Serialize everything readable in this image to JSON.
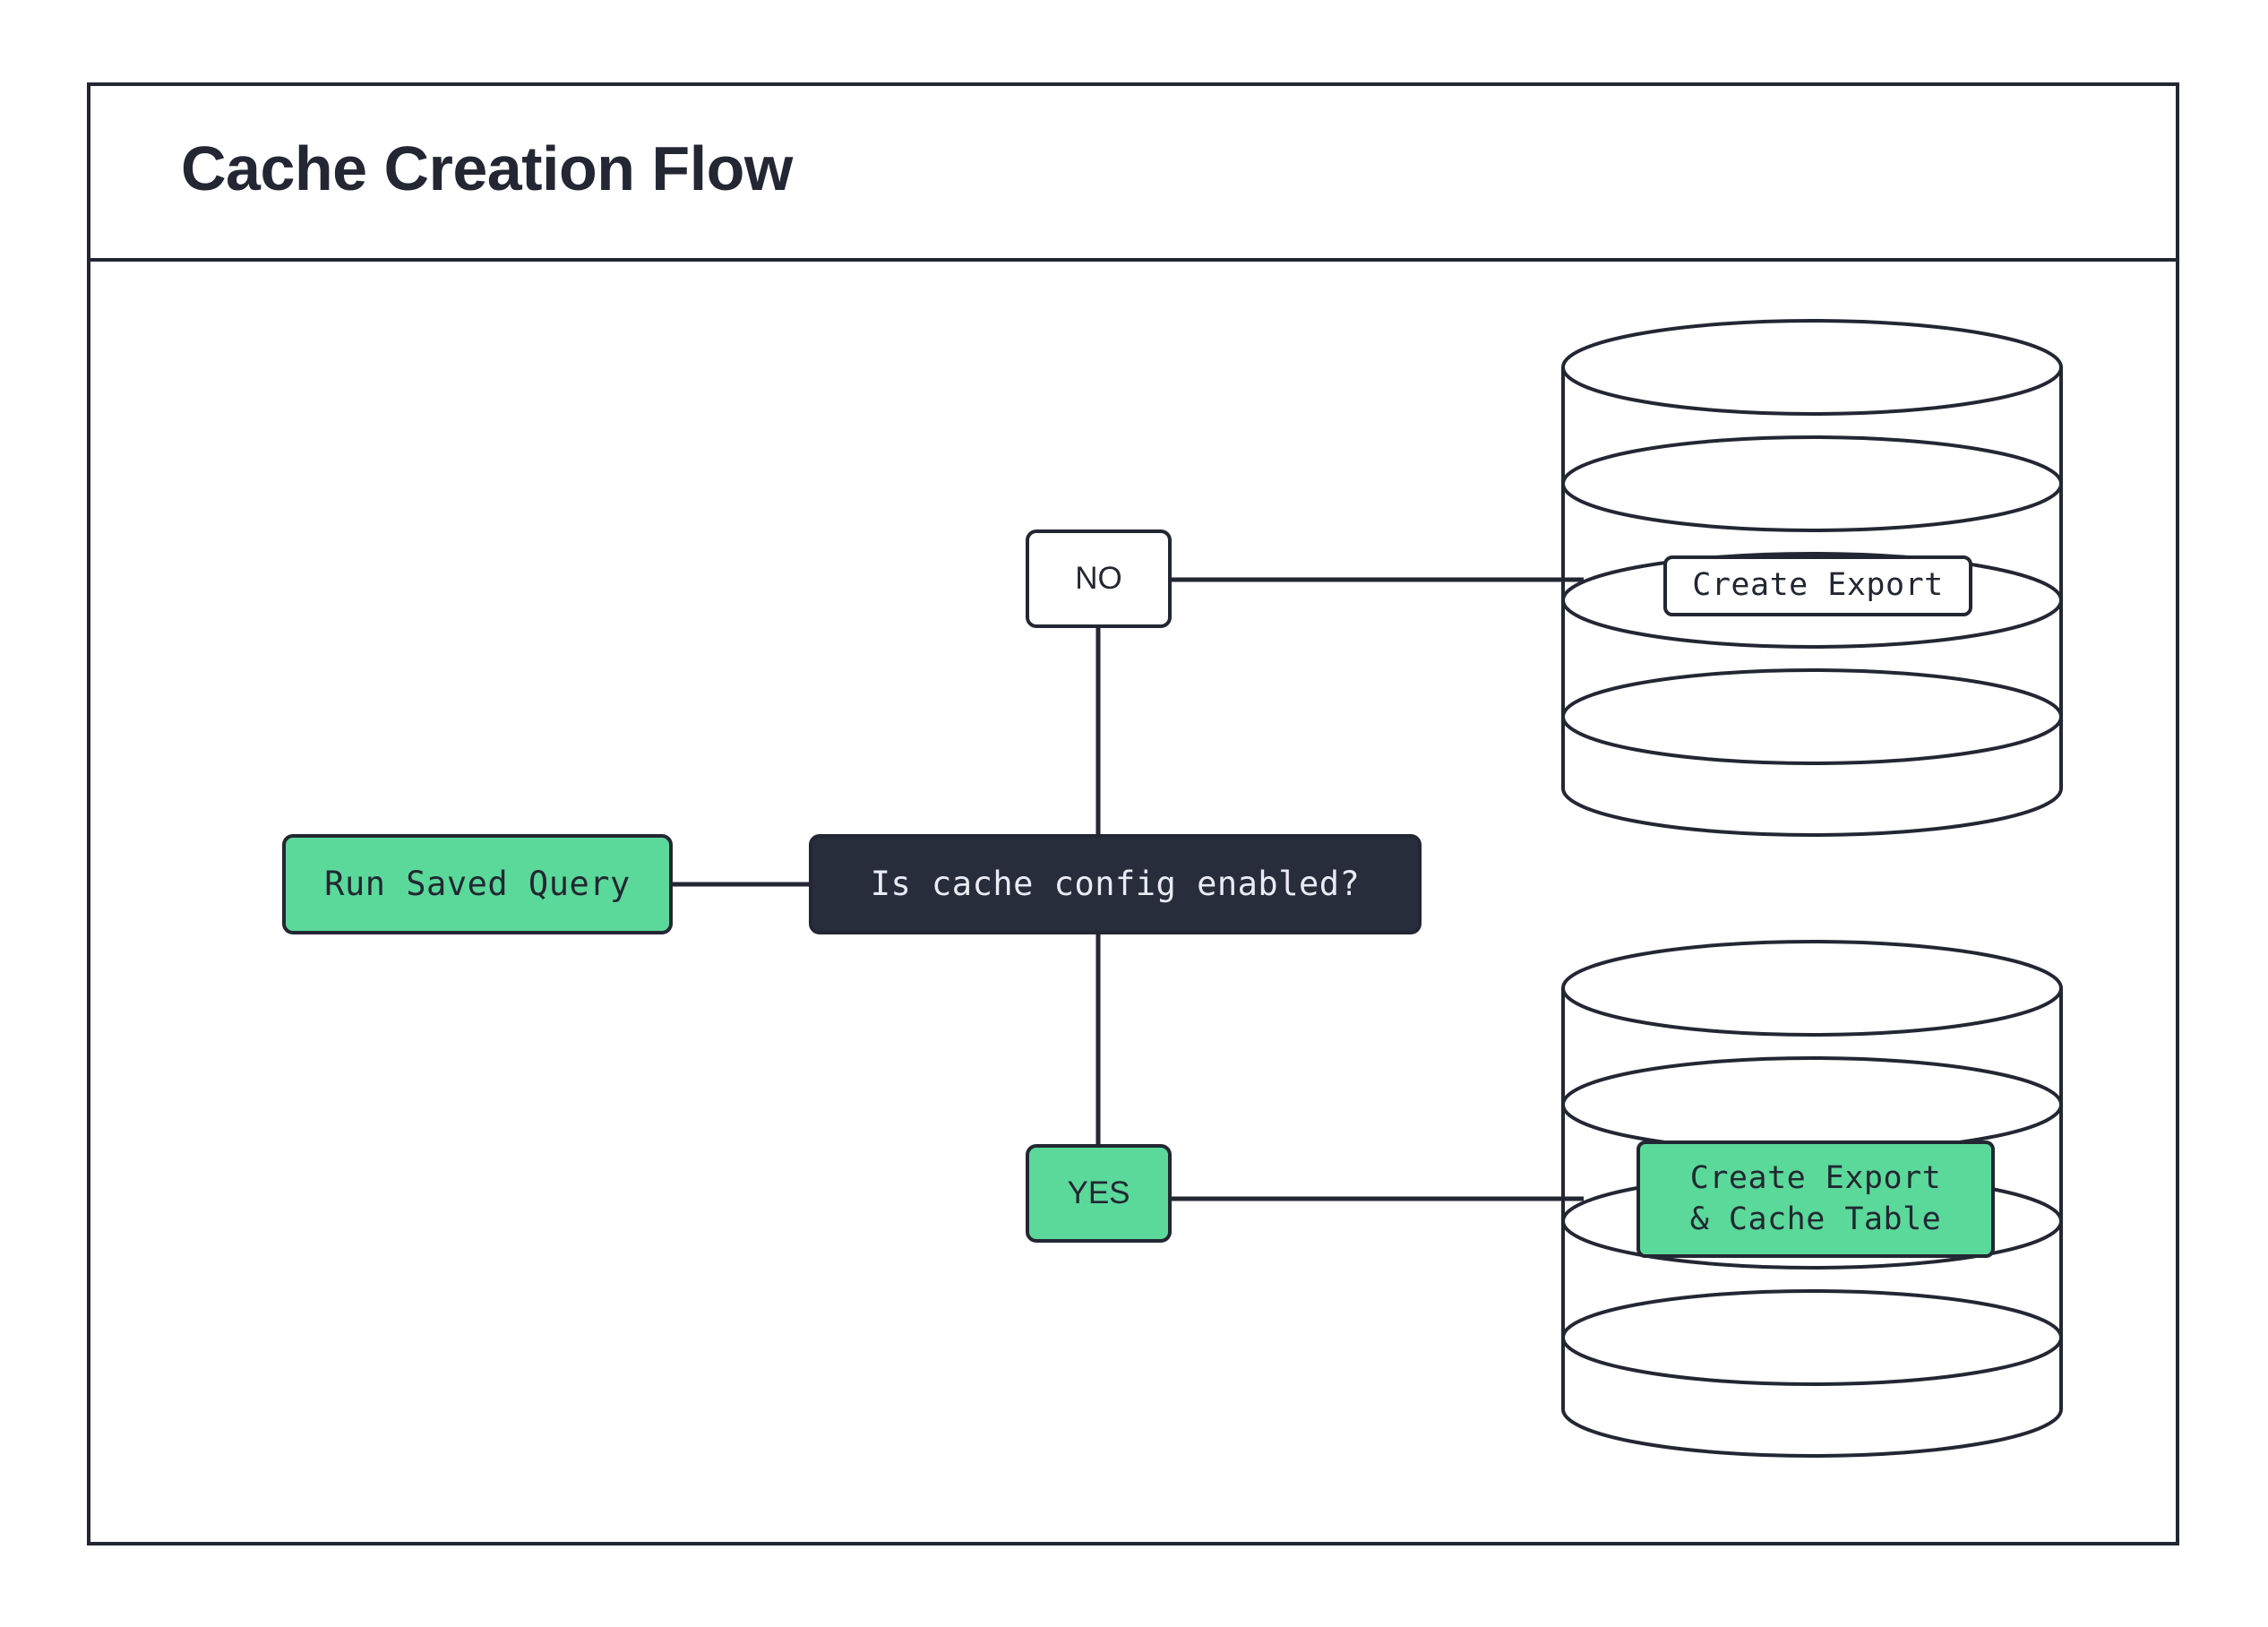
{
  "diagram": {
    "title": "Cache Creation Flow",
    "type": "flowchart",
    "colors": {
      "stroke": "#232733",
      "dark_node_bg": "#282d3c",
      "dark_node_text": "#e9ecf2",
      "accent_green": "#5ad99a",
      "white": "#ffffff",
      "page_bg": "#ffffff"
    },
    "nodes": [
      {
        "id": "run-saved-query",
        "label": "Run Saved Query",
        "shape": "rounded-rect",
        "fill": "#5ad99a"
      },
      {
        "id": "decision",
        "label": "Is cache config enabled?",
        "shape": "rounded-rect",
        "fill": "#282d3c"
      },
      {
        "id": "no",
        "label": "NO",
        "shape": "rounded-rect",
        "fill": "#ffffff"
      },
      {
        "id": "yes",
        "label": "YES",
        "shape": "rounded-rect",
        "fill": "#5ad99a"
      },
      {
        "id": "create-export",
        "label": "Create Export",
        "shape": "database-cylinder",
        "fill": "#ffffff"
      },
      {
        "id": "create-export-cache-table",
        "label": "Create Export\n& Cache Table",
        "shape": "database-cylinder",
        "fill": "#5ad99a"
      }
    ],
    "edges": [
      {
        "from": "run-saved-query",
        "to": "decision",
        "label": ""
      },
      {
        "from": "decision",
        "to": "no",
        "label": ""
      },
      {
        "from": "no",
        "to": "create-export",
        "label": ""
      },
      {
        "from": "decision",
        "to": "yes",
        "label": ""
      },
      {
        "from": "yes",
        "to": "create-export-cache-table",
        "label": ""
      }
    ]
  }
}
